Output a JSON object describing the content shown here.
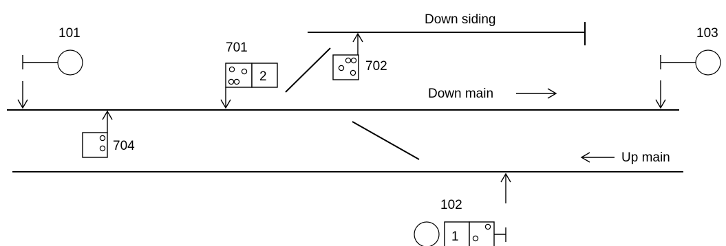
{
  "tracks": {
    "down_siding": "Down siding",
    "down_main": "Down main",
    "up_main": "Up main"
  },
  "signals": {
    "s101": "101",
    "s102": "102",
    "s103": "103"
  },
  "shunt_signals": {
    "s701": "701",
    "s702": "702",
    "s704": "704"
  },
  "route_indicators": {
    "s701": "2",
    "s102": "1"
  }
}
